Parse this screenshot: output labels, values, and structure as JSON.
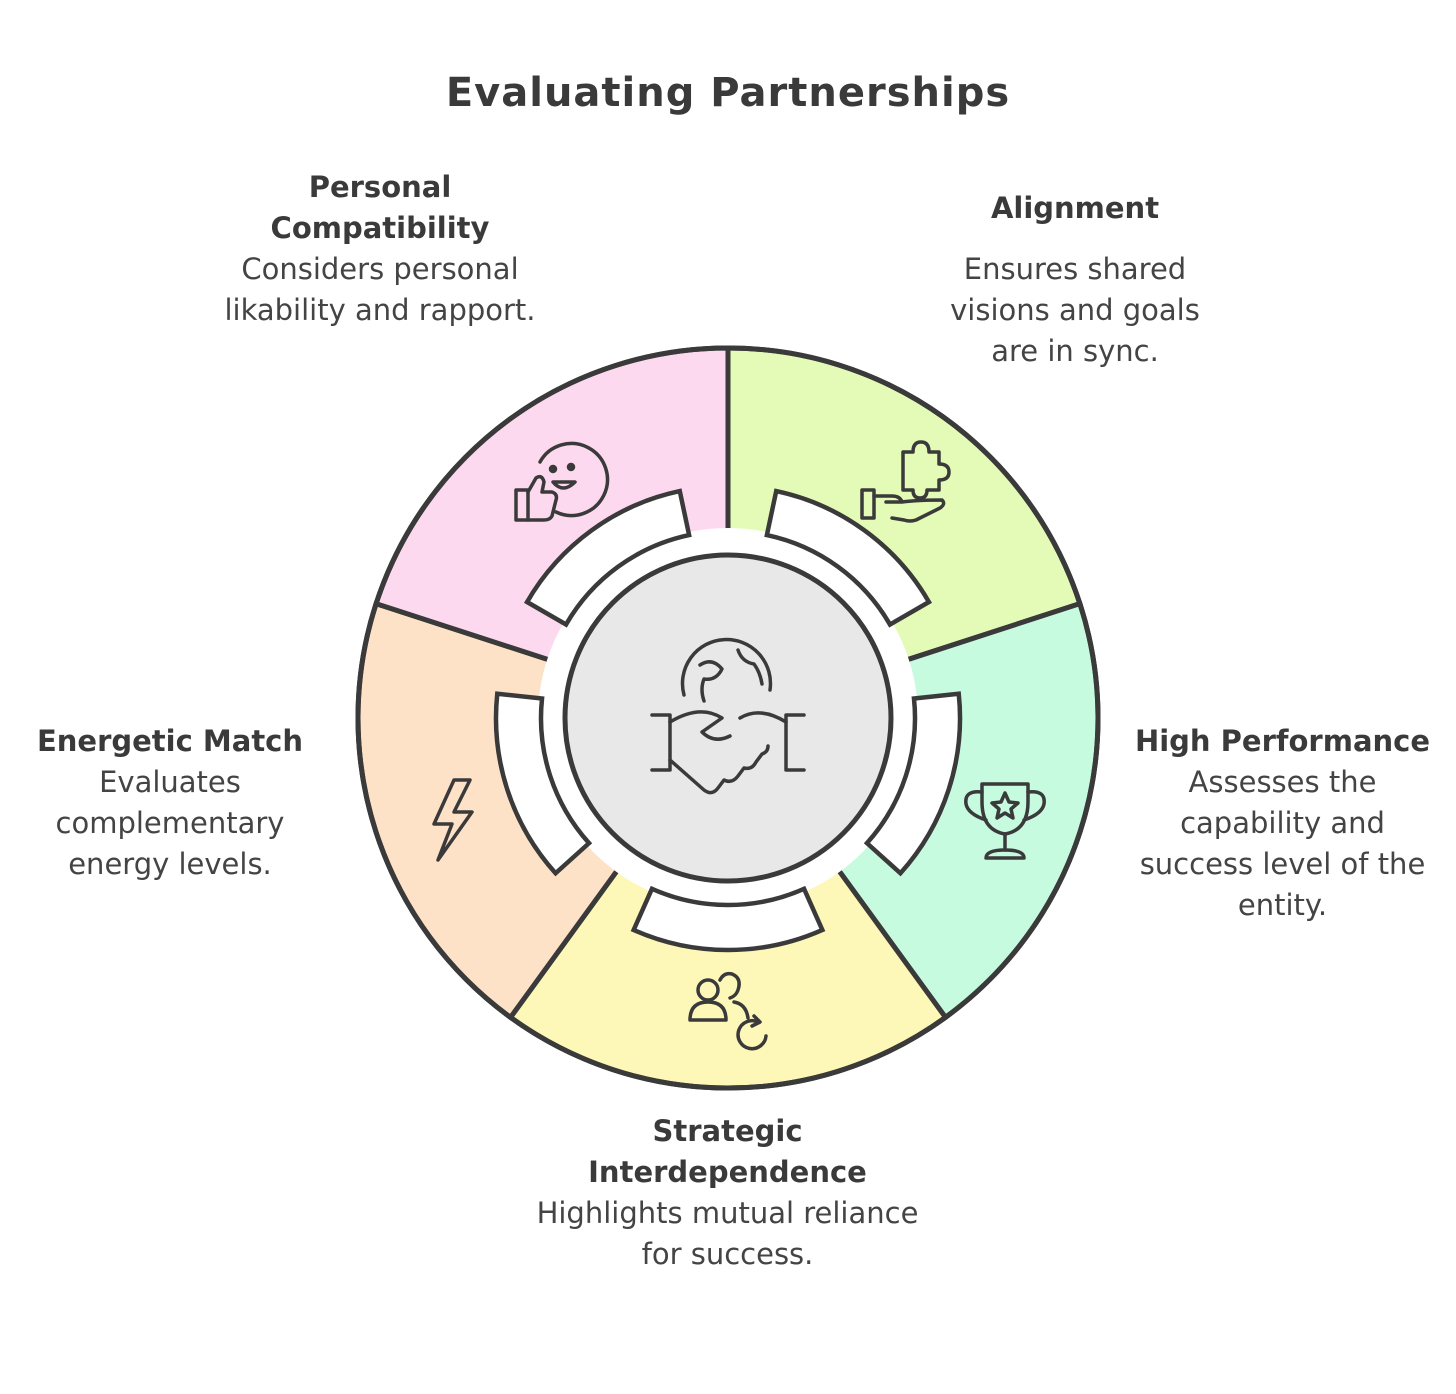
{
  "title": "Evaluating Partnerships",
  "segments": [
    {
      "id": "compat",
      "heading": "Personal Compatibility",
      "description": "Considers personal likability and rapport.",
      "color": "#e4fbb8",
      "icon": "smiley-thumbs-up-icon"
    },
    {
      "id": "align",
      "heading": "Alignment",
      "description": "Ensures shared visions and goals are in sync.",
      "color": "#c6fbe0",
      "icon": "puzzle-hand-icon"
    },
    {
      "id": "perf",
      "heading": "High Performance",
      "description": "Assesses the capability and success level of the entity.",
      "color": "#fdf7b8",
      "icon": "trophy-icon"
    },
    {
      "id": "strat",
      "heading": "Strategic Interdependence",
      "description": "Highlights mutual reliance for success.",
      "color": "#fde2c8",
      "icon": "users-cycle-icon"
    },
    {
      "id": "energy",
      "heading": "Energetic Match",
      "description": "Evaluates complementary energy levels.",
      "color": "#fdd9ef",
      "icon": "lightning-icon"
    }
  ],
  "center": {
    "icon": "globe-handshake-icon",
    "color": "#e8e8e8"
  },
  "stroke_color": "#3a3a3a"
}
